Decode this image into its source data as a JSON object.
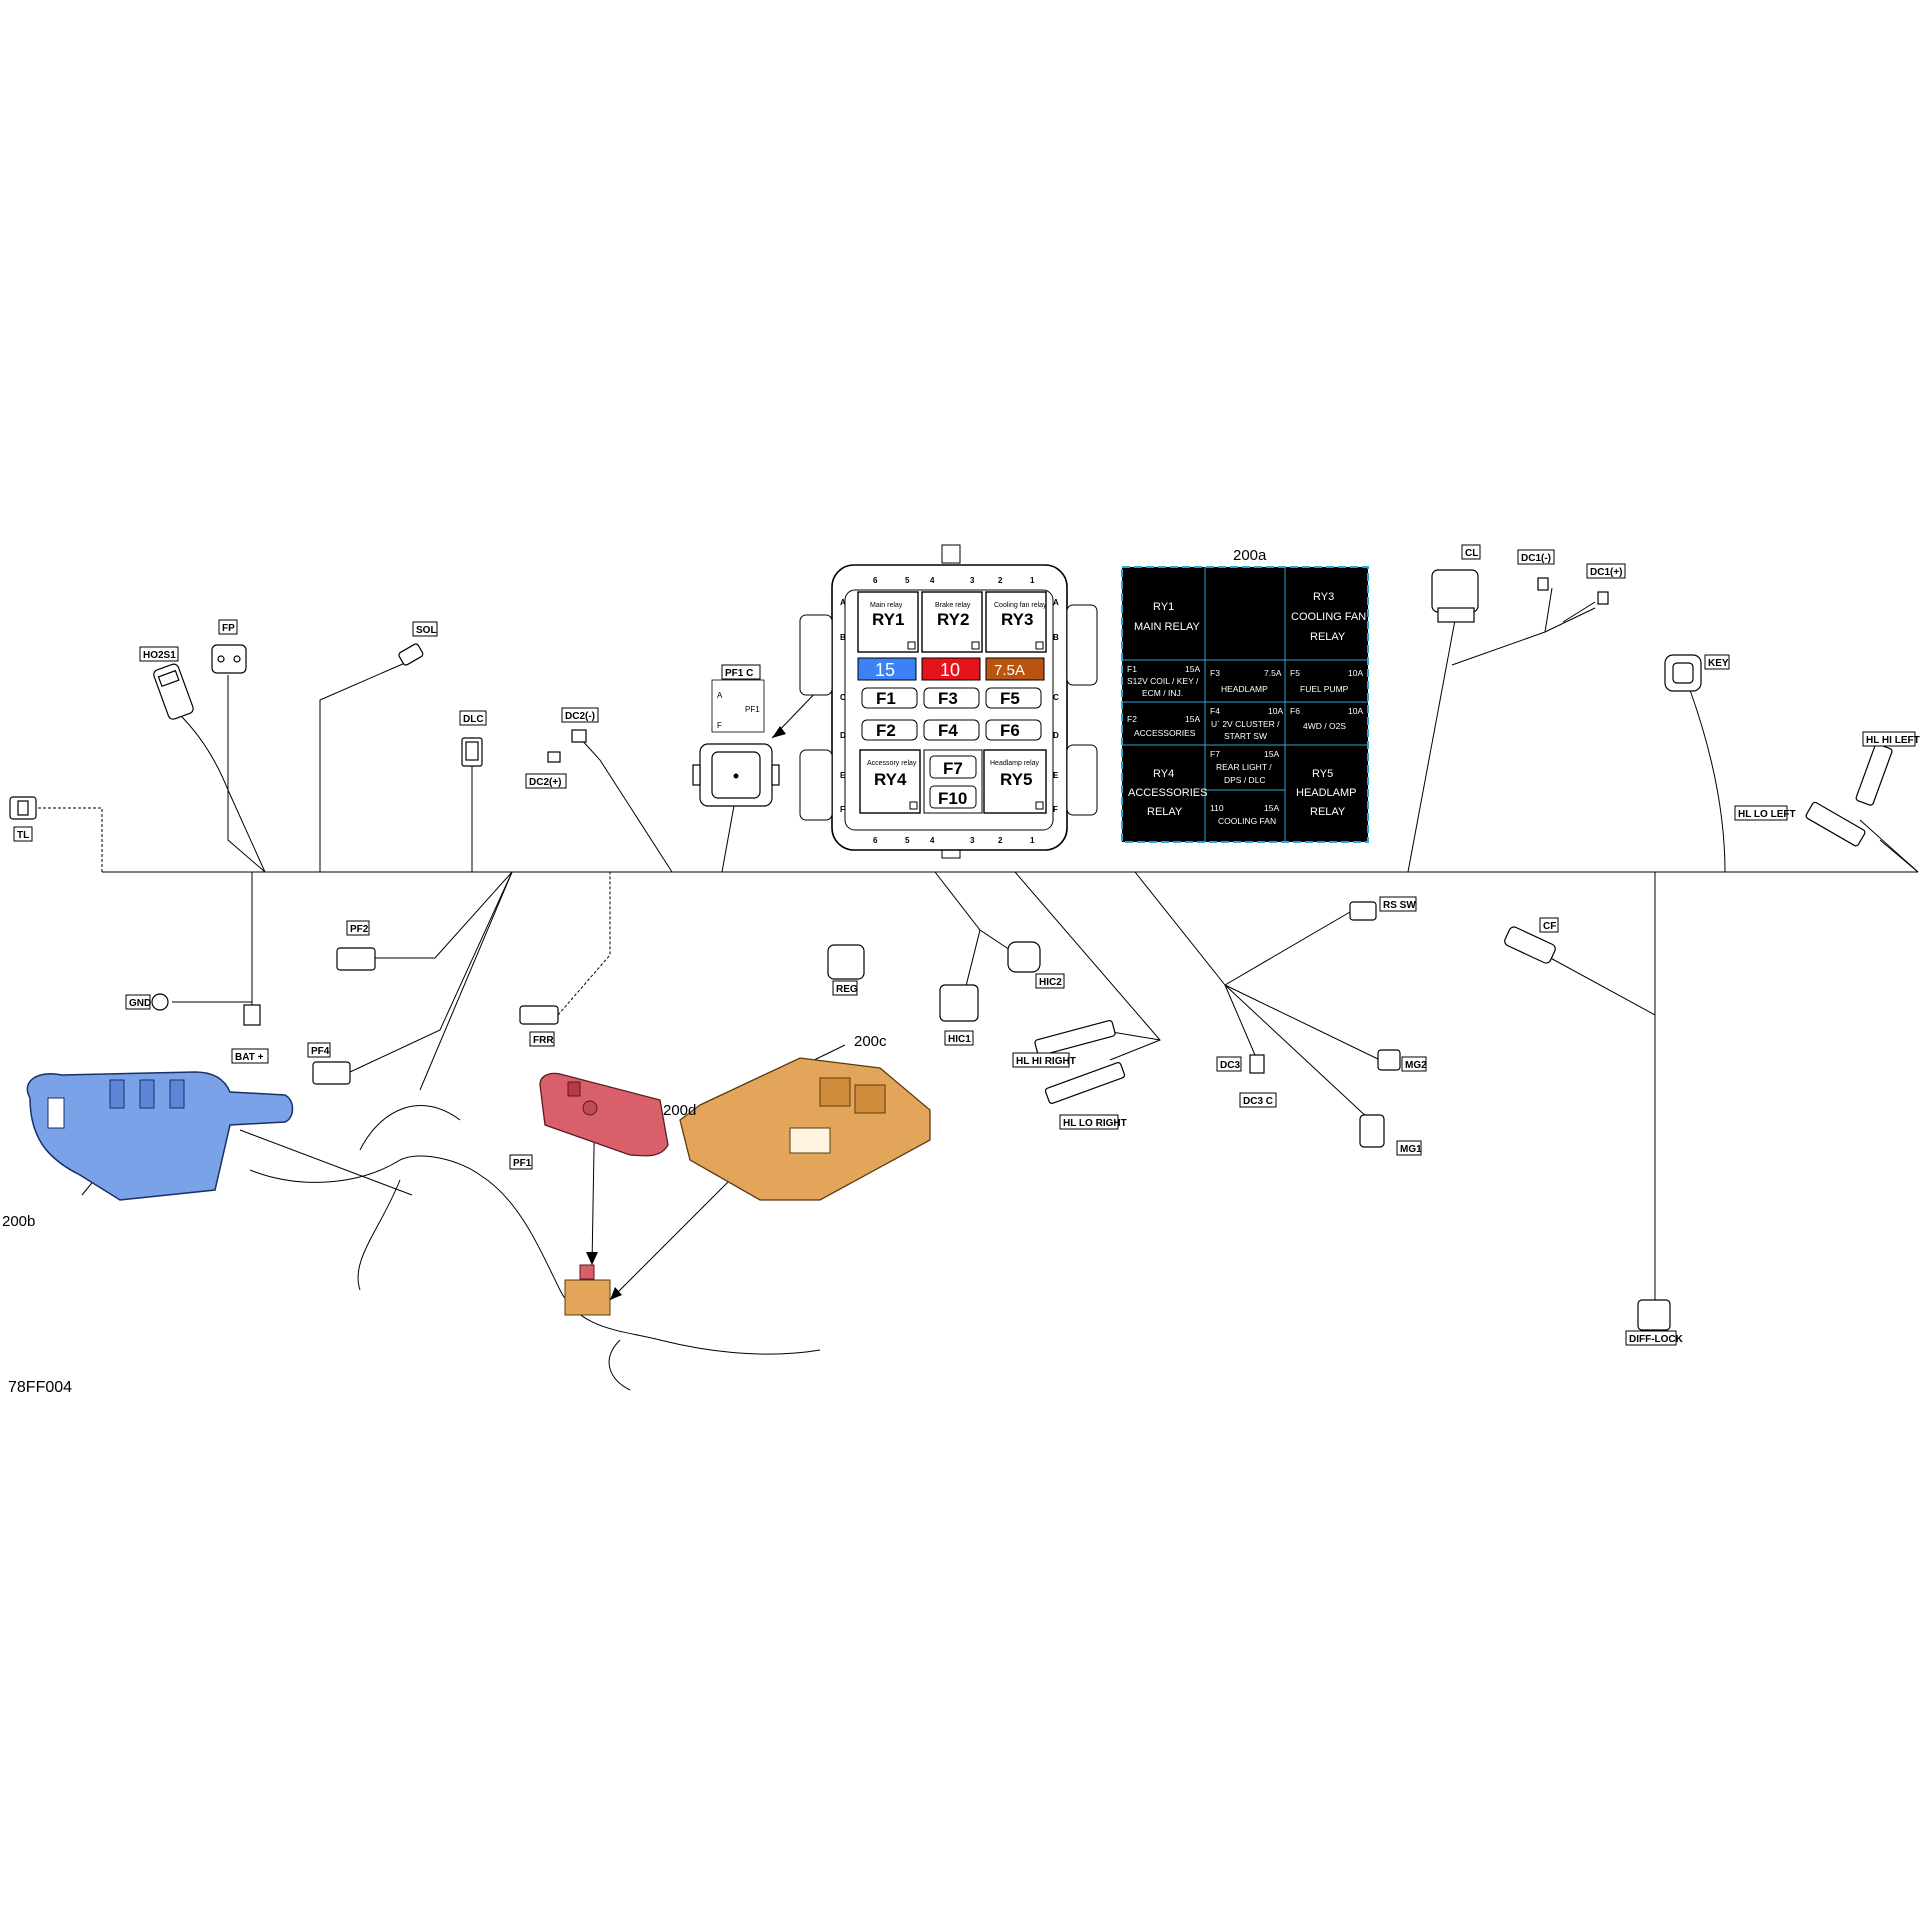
{
  "figure_id": "78FF004",
  "callouts": {
    "a": "200a",
    "b": "200b",
    "c": "200c",
    "d": "200d"
  },
  "connectors": {
    "tl": "TL",
    "ho2s1": "HO2S1",
    "fp": "FP",
    "sol": "SOL",
    "dlc": "DLC",
    "dc2m": "DC2(-)",
    "dc2p": "DC2(+)",
    "pf1c": "PF1 C",
    "pf1": "PF1",
    "cl": "CL",
    "dc1m": "DC1(-)",
    "dc1p": "DC1(+)",
    "key": "KEY",
    "hlhileft": "HL HI LEFT",
    "hlloleft": "HL LO LEFT",
    "pf2": "PF2",
    "gnd": "GND",
    "batp": "BAT +",
    "pf4": "PF4",
    "frr": "FRR",
    "reg": "REG",
    "hic2": "HIC2",
    "hic1": "HIC1",
    "hlhiright": "HL HI RIGHT",
    "hlloright": "HL LO RIGHT",
    "rssw": "RS  SW",
    "cf": "CF",
    "dc3": "DC3",
    "dc3c": "DC3  C",
    "mg2": "MG2",
    "mg1": "MG1",
    "difflock": "DIFF-LOCK"
  },
  "fusebox": {
    "columns": [
      "6",
      "5",
      "4",
      "3",
      "2",
      "1"
    ],
    "rows": [
      "A",
      "B",
      "C",
      "D",
      "E",
      "F"
    ],
    "relays": [
      {
        "id": "RY1",
        "caption": "Main relay"
      },
      {
        "id": "RY2",
        "caption": "Brake relay"
      },
      {
        "id": "RY3",
        "caption": "Cooling fan relay"
      },
      {
        "id": "RY4",
        "caption": "Accessory relay"
      },
      {
        "id": "RY5",
        "caption": "Headlamp relay"
      }
    ],
    "spare_fuses": [
      {
        "value": "15",
        "color": "#3b82f6"
      },
      {
        "value": "10",
        "color": "#e5131b"
      },
      {
        "value": "7.5A",
        "color": "#b85410"
      }
    ],
    "fuses": [
      "F1",
      "F3",
      "F5",
      "F2",
      "F4",
      "F6",
      "F7",
      "F10"
    ]
  },
  "legend": {
    "ry1": [
      "RY1",
      "MAIN RELAY"
    ],
    "ry3": [
      "RY3",
      "COOLING FAN",
      "RELAY"
    ],
    "ry4": [
      "RY4",
      "ACCESSORIES",
      "RELAY"
    ],
    "ry5": [
      "RY5",
      "HEADLAMP",
      "RELAY"
    ],
    "f1": {
      "id": "F1",
      "amp": "15A",
      "desc": [
        "S12V COIL / KEY /",
        "ECM / INJ."
      ]
    },
    "f3": {
      "id": "F3",
      "amp": "7.5A",
      "desc": [
        "HEADLAMP"
      ]
    },
    "f5": {
      "id": "F5",
      "amp": "10A",
      "desc": [
        "FUEL PUMP"
      ]
    },
    "f2": {
      "id": "F2",
      "amp": "15A",
      "desc": [
        "ACCESSORIES"
      ]
    },
    "f4": {
      "id": "F4",
      "amp": "10A",
      "desc": [
        "U` 2V CLUSTER /",
        "START SW"
      ]
    },
    "f6": {
      "id": "F6",
      "amp": "10A",
      "desc": [
        "4WD / O2S"
      ]
    },
    "f7": {
      "id": "F7",
      "amp": "15A",
      "desc": [
        "REAR LIGHT /",
        "DPS / DLC"
      ]
    },
    "f10": {
      "id": "110",
      "amp": "15A",
      "desc": [
        "COOLING FAN"
      ]
    }
  },
  "colors": {
    "blue_part": "#7aa2e8",
    "red_part": "#d9606a",
    "orange_part": "#e2a55a",
    "legend_border": "#2aa6d8"
  }
}
